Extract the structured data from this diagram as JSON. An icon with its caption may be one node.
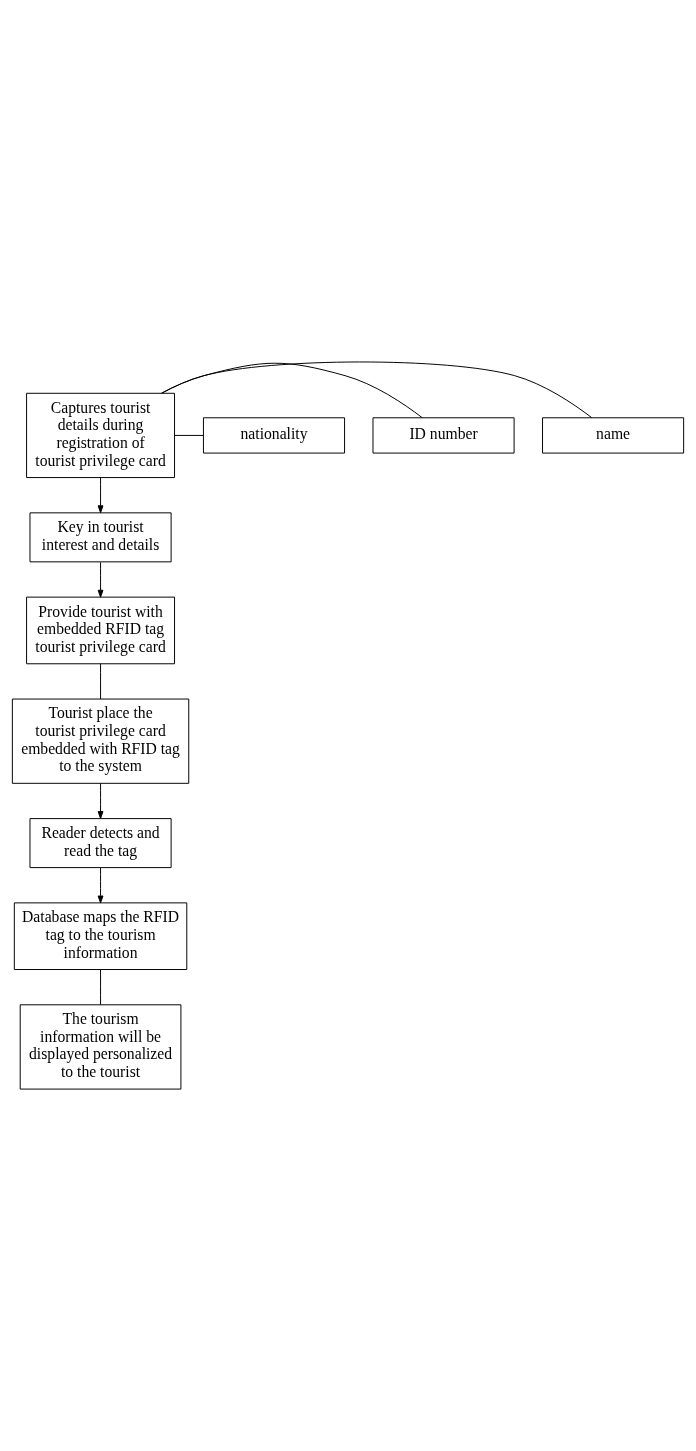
{
  "diagram": {
    "nodes": [
      {
        "text": [
          "Captures tourist details during registration of tourist privilege card"
        ]
      },
      {
        "text": [
          "name"
        ]
      },
      {
        "text": [
          "ID number"
        ]
      },
      {
        "text": [
          "nationality"
        ]
      },
      {
        "text": [
          "Key in tourist interest and details"
        ]
      },
      {
        "text": [
          "Provide tourist with embedded RFID tag tourist privilege card"
        ]
      },
      {
        "text": [
          "Tourist place the tourist privilege card embedded with RFID tag to the system"
        ]
      },
      {
        "text": [
          "Reader detects and read the tag"
        ]
      },
      {
        "text": [
          "Database maps the RFID tag to the tourism information"
        ]
      },
      {
        "text": [
          "The tourism information will be displayed personalized to the tourist"
        ]
      }
    ],
    "edges": [
      {
        "from": 0,
        "to": 1,
        "arrow": "none"
      },
      {
        "from": 0,
        "to": 2,
        "arrow": "none"
      },
      {
        "from": 0,
        "to": 3,
        "arrow": "none"
      },
      {
        "from": 0,
        "to": 4,
        "arrow": "to"
      },
      {
        "from": 4,
        "to": 5,
        "arrow": "to"
      },
      {
        "from": 5,
        "to": 6,
        "arrow": "none"
      },
      {
        "from": 6,
        "to": 7,
        "arrow": "to"
      },
      {
        "from": 7,
        "to": 8,
        "arrow": "to"
      },
      {
        "from": 8,
        "to": 9,
        "arrow": "none"
      }
    ]
  }
}
